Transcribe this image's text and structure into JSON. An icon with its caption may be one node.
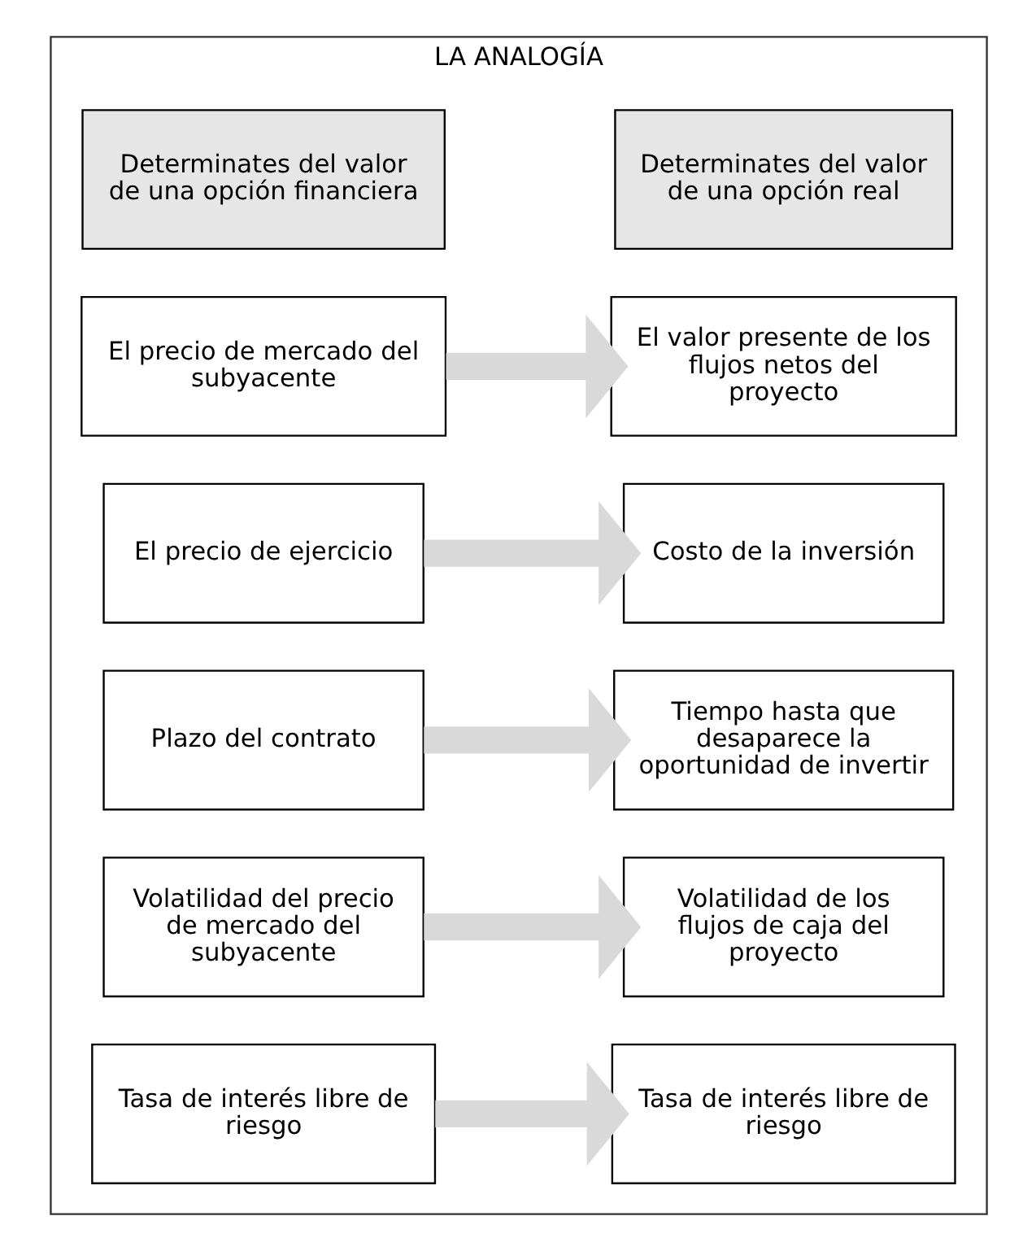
{
  "diagram": {
    "nodes": [
      {
        "text": [
          "LA ANALOGÍA"
        ]
      },
      {
        "text": [
          "Determinates del valor de una opción financiera"
        ],
        "in": 0
      },
      {
        "text": [
          "Determinates del valor de una opción real"
        ],
        "in": 0
      },
      {
        "text": [
          "El precio de mercado del subyacente"
        ],
        "in": 0
      },
      {
        "text": [
          "El valor presente de los flujos netos del proyecto"
        ],
        "in": 0
      },
      {
        "text": [
          "El precio de ejercicio"
        ],
        "in": 0
      },
      {
        "text": [
          "Costo de la inversión"
        ],
        "in": 0
      },
      {
        "text": [
          "Plazo del contrato"
        ],
        "in": 0
      },
      {
        "text": [
          "Tiempo hasta que desaparece la oportunidad de invertir"
        ],
        "in": 0
      },
      {
        "text": [
          "Volatilidad del precio de mercado del subyacente"
        ],
        "in": 0
      },
      {
        "text": [
          "Volatilidad de los flujos de caja del proyecto"
        ],
        "in": 0
      },
      {
        "text": [
          "Tasa de interés libre de riesgo"
        ],
        "in": 0
      },
      {
        "text": [
          "Tasa de interés libre de riesgo"
        ],
        "in": 0
      }
    ],
    "edges": [
      {
        "from": 3,
        "to": 4,
        "arrow": "to"
      },
      {
        "from": 5,
        "to": 6,
        "arrow": "to"
      },
      {
        "from": 7,
        "to": 8,
        "arrow": "to"
      },
      {
        "from": 9,
        "to": 10,
        "arrow": "to"
      },
      {
        "from": 11,
        "to": 12,
        "arrow": "to"
      }
    ]
  }
}
